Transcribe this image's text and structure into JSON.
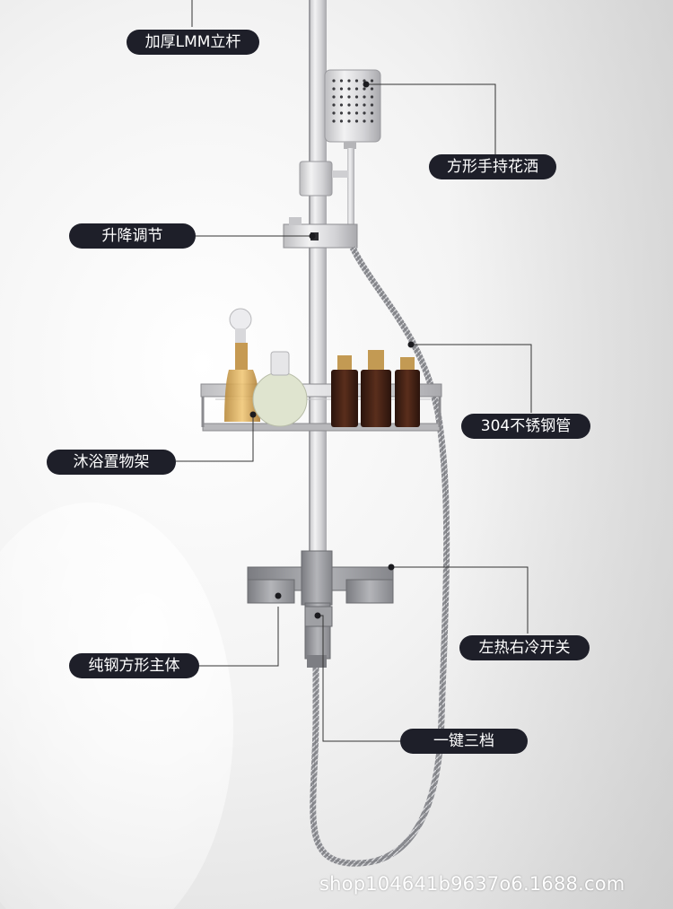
{
  "labels": {
    "pole": "加厚LMM立杆",
    "hand_shower": "方形手持花洒",
    "height_adjust": "升降调节",
    "hose": "304不锈钢管",
    "shelf": "沐浴置物架",
    "switch": "左热右冷开关",
    "body": "纯钢方形主体",
    "mode": "一键三档"
  },
  "watermark": "shop104641b9637o6.1688.com",
  "colors": {
    "label_bg": "#1e1f29",
    "label_text": "#ffffff",
    "leader_line": "#333333",
    "chrome": "#c9c9cc",
    "gunmetal": "#8e8f94",
    "amber_bottle": "#4a2418"
  }
}
